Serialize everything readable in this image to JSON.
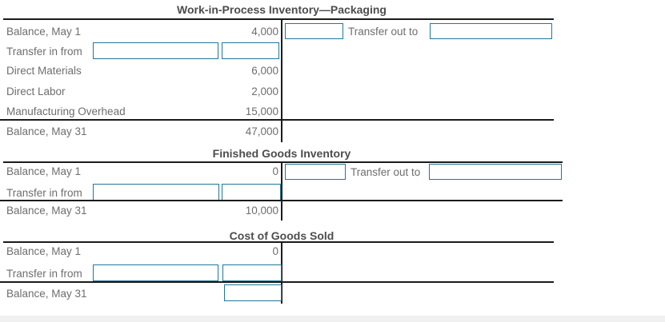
{
  "colors": {
    "input_border": "#207897",
    "rule_line": "#1b1b1b",
    "label_text": "#6e6e6e",
    "title_text": "#4d4d4d",
    "footer_bar": "#f0f0f0",
    "background": "#ffffff"
  },
  "accounts": [
    {
      "title": "Work-in-Process Inventory—Packaging",
      "debit_rows": [
        {
          "label": "Balance, May 1",
          "value": "4,000"
        },
        {
          "label": "Transfer in from",
          "account_input_value": "",
          "amount_input_value": ""
        },
        {
          "label": "Direct Materials",
          "value": "6,000"
        },
        {
          "label": "Direct Labor",
          "value": "2,000"
        },
        {
          "label": "Manufacturing Overhead",
          "value": "15,000"
        },
        {
          "label": "Balance, May 31",
          "value": "47,000"
        }
      ],
      "credit_rows": [
        {
          "label": "Transfer out to",
          "amount_input_value": "",
          "account_input_value": ""
        }
      ]
    },
    {
      "title": "Finished Goods Inventory",
      "debit_rows": [
        {
          "label": "Balance, May 1",
          "value": "0"
        },
        {
          "label": "Transfer in from",
          "account_input_value": "",
          "amount_input_value": ""
        },
        {
          "label": "Balance, May 31",
          "value": "10,000"
        }
      ],
      "credit_rows": [
        {
          "label": "Transfer out to",
          "amount_input_value": "",
          "account_input_value": ""
        }
      ]
    },
    {
      "title": "Cost of Goods Sold",
      "debit_rows": [
        {
          "label": "Balance, May 1",
          "value": "0"
        },
        {
          "label": "Transfer in from",
          "account_input_value": "",
          "amount_input_value": ""
        },
        {
          "label": "Balance, May 31",
          "balance_input_value": ""
        }
      ],
      "credit_rows": []
    }
  ]
}
